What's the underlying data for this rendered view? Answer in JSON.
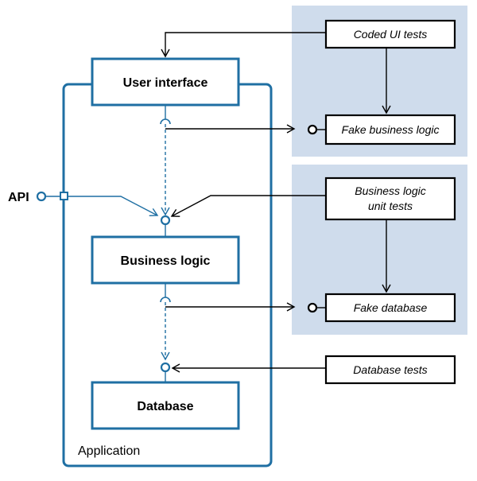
{
  "diagram": {
    "application_label": "Application",
    "components": {
      "user_interface": "User interface",
      "business_logic": "Business logic",
      "database": "Database"
    },
    "api_label": "API",
    "tests": {
      "coded_ui_tests": "Coded UI tests",
      "fake_business_logic": "Fake business logic",
      "business_logic_unit_tests_line1": "Business logic",
      "business_logic_unit_tests_line2": "unit tests",
      "fake_database": "Fake database",
      "database_tests": "Database tests"
    },
    "colors": {
      "component_stroke": "#1f6fa3",
      "test_box_stroke": "#000000",
      "group_background": "#cfdcec",
      "connector": "#1f6fa3",
      "arrow": "#000000"
    }
  }
}
